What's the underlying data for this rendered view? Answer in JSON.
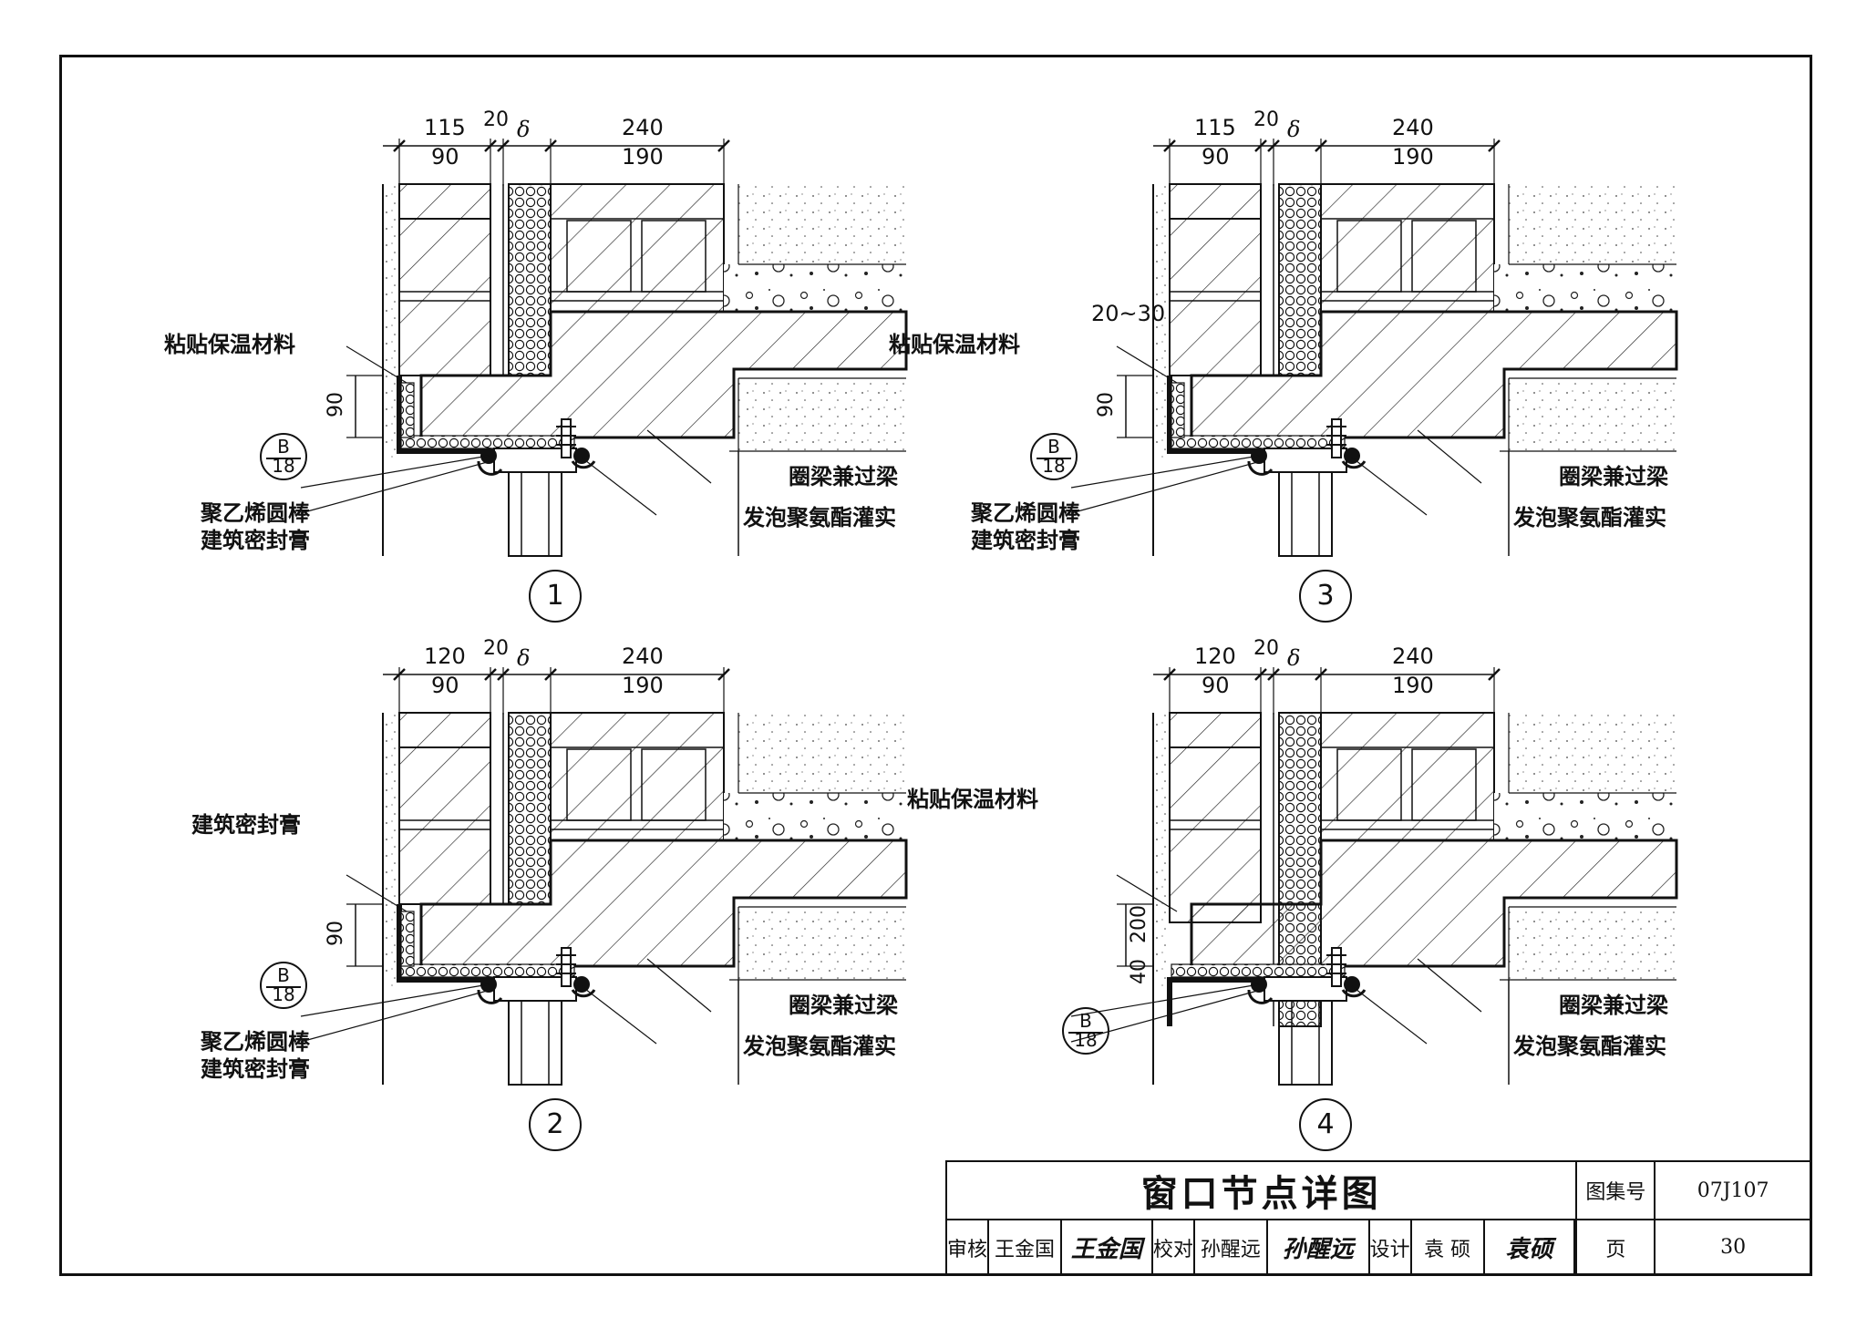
{
  "details": [
    {
      "number": "1",
      "dims": {
        "top1": "115",
        "top2": "90",
        "gap": "20",
        "delta": "δ",
        "right1": "240",
        "right2": "190",
        "height": "90"
      },
      "labels": {
        "insulation": "粘贴保温材料",
        "beam": "圈梁兼过梁",
        "rod": "聚乙烯圆棒",
        "foam": "发泡聚氨酯灌实",
        "sealant": "建筑密封膏"
      },
      "ref": {
        "top": "B",
        "bottom": "18"
      }
    },
    {
      "number": "3",
      "dims": {
        "top1": "115",
        "top2": "90",
        "gap": "20",
        "delta": "δ",
        "right1": "240",
        "right2": "190",
        "height": "90",
        "side": "20~30"
      },
      "labels": {
        "insulation": "粘贴保温材料",
        "beam": "圈梁兼过梁",
        "rod": "聚乙烯圆棒",
        "foam": "发泡聚氨酯灌实",
        "sealant": "建筑密封膏"
      },
      "ref": {
        "top": "B",
        "bottom": "18"
      }
    },
    {
      "number": "2",
      "dims": {
        "top1": "120",
        "top2": "90",
        "gap": "20",
        "delta": "δ",
        "right1": "240",
        "right2": "190",
        "height": "90"
      },
      "labels": {
        "sealant_top": "建筑密封膏",
        "beam": "圈梁兼过梁",
        "rod": "聚乙烯圆棒",
        "foam": "发泡聚氨酯灌实",
        "sealant": "建筑密封膏"
      },
      "ref": {
        "top": "B",
        "bottom": "18"
      }
    },
    {
      "number": "4",
      "dims": {
        "top1": "120",
        "top2": "90",
        "gap": "20",
        "delta": "δ",
        "right1": "240",
        "right2": "190",
        "height1": "200",
        "height2": "40"
      },
      "labels": {
        "insulation": "粘贴保温材料",
        "beam": "圈梁兼过梁",
        "foam": "发泡聚氨酯灌实"
      },
      "ref": {
        "top": "B",
        "bottom": "18"
      }
    }
  ],
  "title_block": {
    "title": "窗口节点详图",
    "atlas_label": "图集号",
    "atlas_no": "07J107",
    "page_label": "页",
    "page_no": "30",
    "review_label": "审核",
    "reviewer": "王金国",
    "reviewer_sig": "王金国",
    "check_label": "校对",
    "checker": "孙醒远",
    "checker_sig": "孙醒远",
    "design_label": "设计",
    "designer": "袁 硕",
    "designer_sig": "袁硕"
  }
}
